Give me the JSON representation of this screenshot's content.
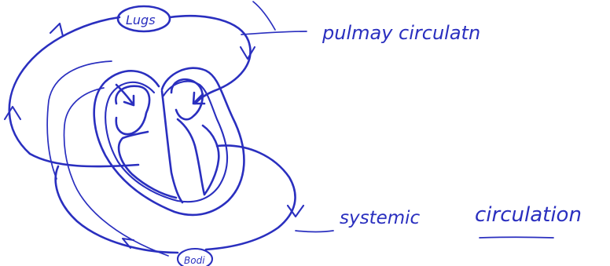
{
  "labels": {
    "lungs": "Lugs",
    "body": "Bodi",
    "pulmonary_circulation": "pulmay circulatn",
    "systemic_circulation_word1": "systemic",
    "systemic_circulation_word2": "circulation"
  },
  "colors": {
    "ink": "#2a2fbf",
    "paper": "#ffffff"
  }
}
